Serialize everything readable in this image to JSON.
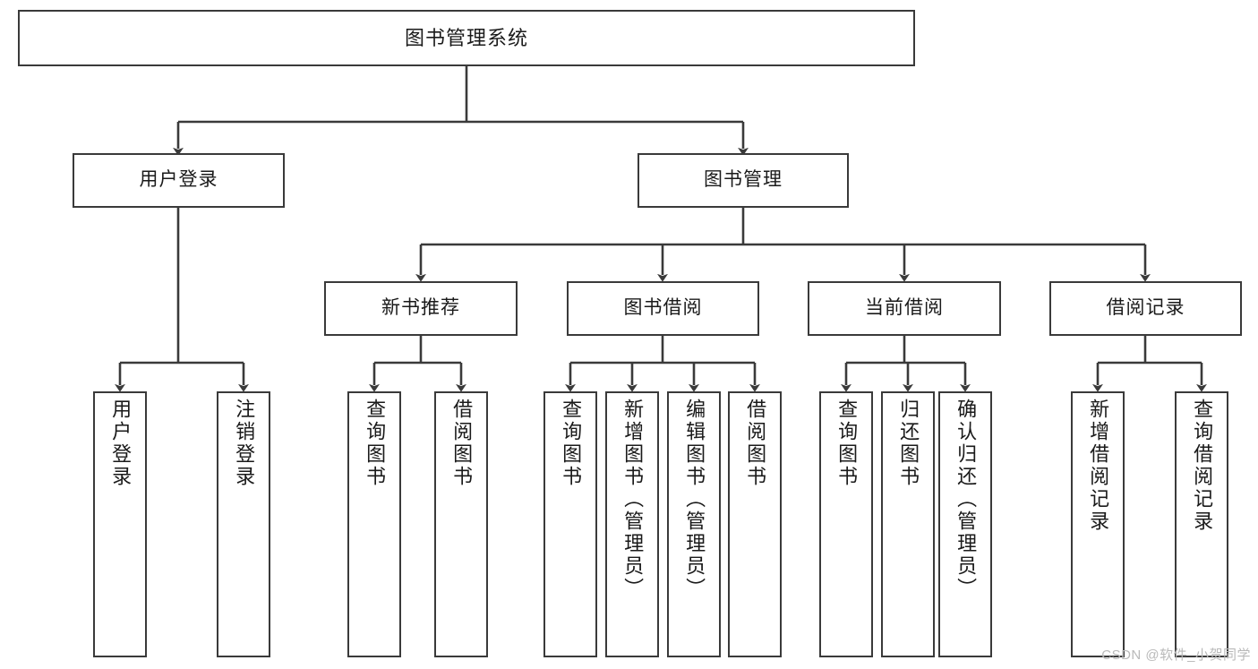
{
  "diagram": {
    "type": "tree",
    "title": "图书管理系统",
    "watermark": "CSDN @软件_小贺同学",
    "colors": {
      "stroke": "#3a3a3a",
      "background": "#ffffff",
      "text": "#1a1a1a",
      "watermark": "#b9b9b9"
    },
    "nodes": {
      "root": {
        "label": "图书管理系统"
      },
      "level1": [
        {
          "label": "用户登录"
        },
        {
          "label": "图书管理"
        }
      ],
      "level2": [
        {
          "label": "新书推荐"
        },
        {
          "label": "图书借阅"
        },
        {
          "label": "当前借阅"
        },
        {
          "label": "借阅记录"
        }
      ],
      "leaves": {
        "user_login": [
          {
            "label": "用户登录"
          },
          {
            "label": "注销登录"
          }
        ],
        "new_book_recommend": [
          {
            "label": "查询图书"
          },
          {
            "label": "借阅图书"
          }
        ],
        "book_borrow": [
          {
            "label": "查询图书"
          },
          {
            "label": "新增图书（管理员）"
          },
          {
            "label": "编辑图书（管理员）"
          },
          {
            "label": "借阅图书"
          }
        ],
        "current_borrow": [
          {
            "label": "查询图书"
          },
          {
            "label": "归还图书"
          },
          {
            "label": "确认归还（管理员）"
          }
        ],
        "borrow_record": [
          {
            "label": "新增借阅记录"
          },
          {
            "label": "查询借阅记录"
          }
        ]
      }
    }
  }
}
